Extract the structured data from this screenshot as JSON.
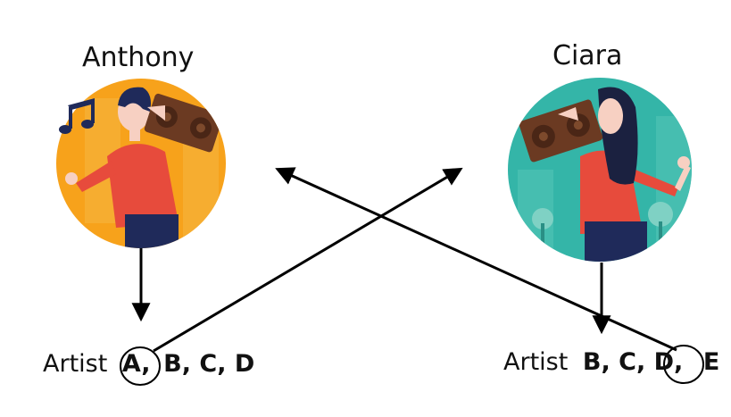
{
  "people": [
    {
      "name": "Anthony",
      "artist_prefix": "Artist",
      "circled": "A,",
      "rest": "B, C, D",
      "colors": {
        "background": "#f7a21b",
        "shirt": "#e74b3c",
        "pants": "#1f2a5a",
        "hair": "#1f2a5a",
        "skin": "#f7d0c2"
      }
    },
    {
      "name": "Ciara",
      "artist_prefix": "Artist",
      "items": "B, C, D,",
      "circled": "E",
      "colors": {
        "background": "#34b5a8",
        "shirt": "#e74b3c",
        "pants": "#1f2a5a",
        "hair": "#1b2140",
        "skin": "#f7d0c2"
      }
    }
  ],
  "boombox_color": "#6b3a22",
  "note_color": "#1f2a5a"
}
